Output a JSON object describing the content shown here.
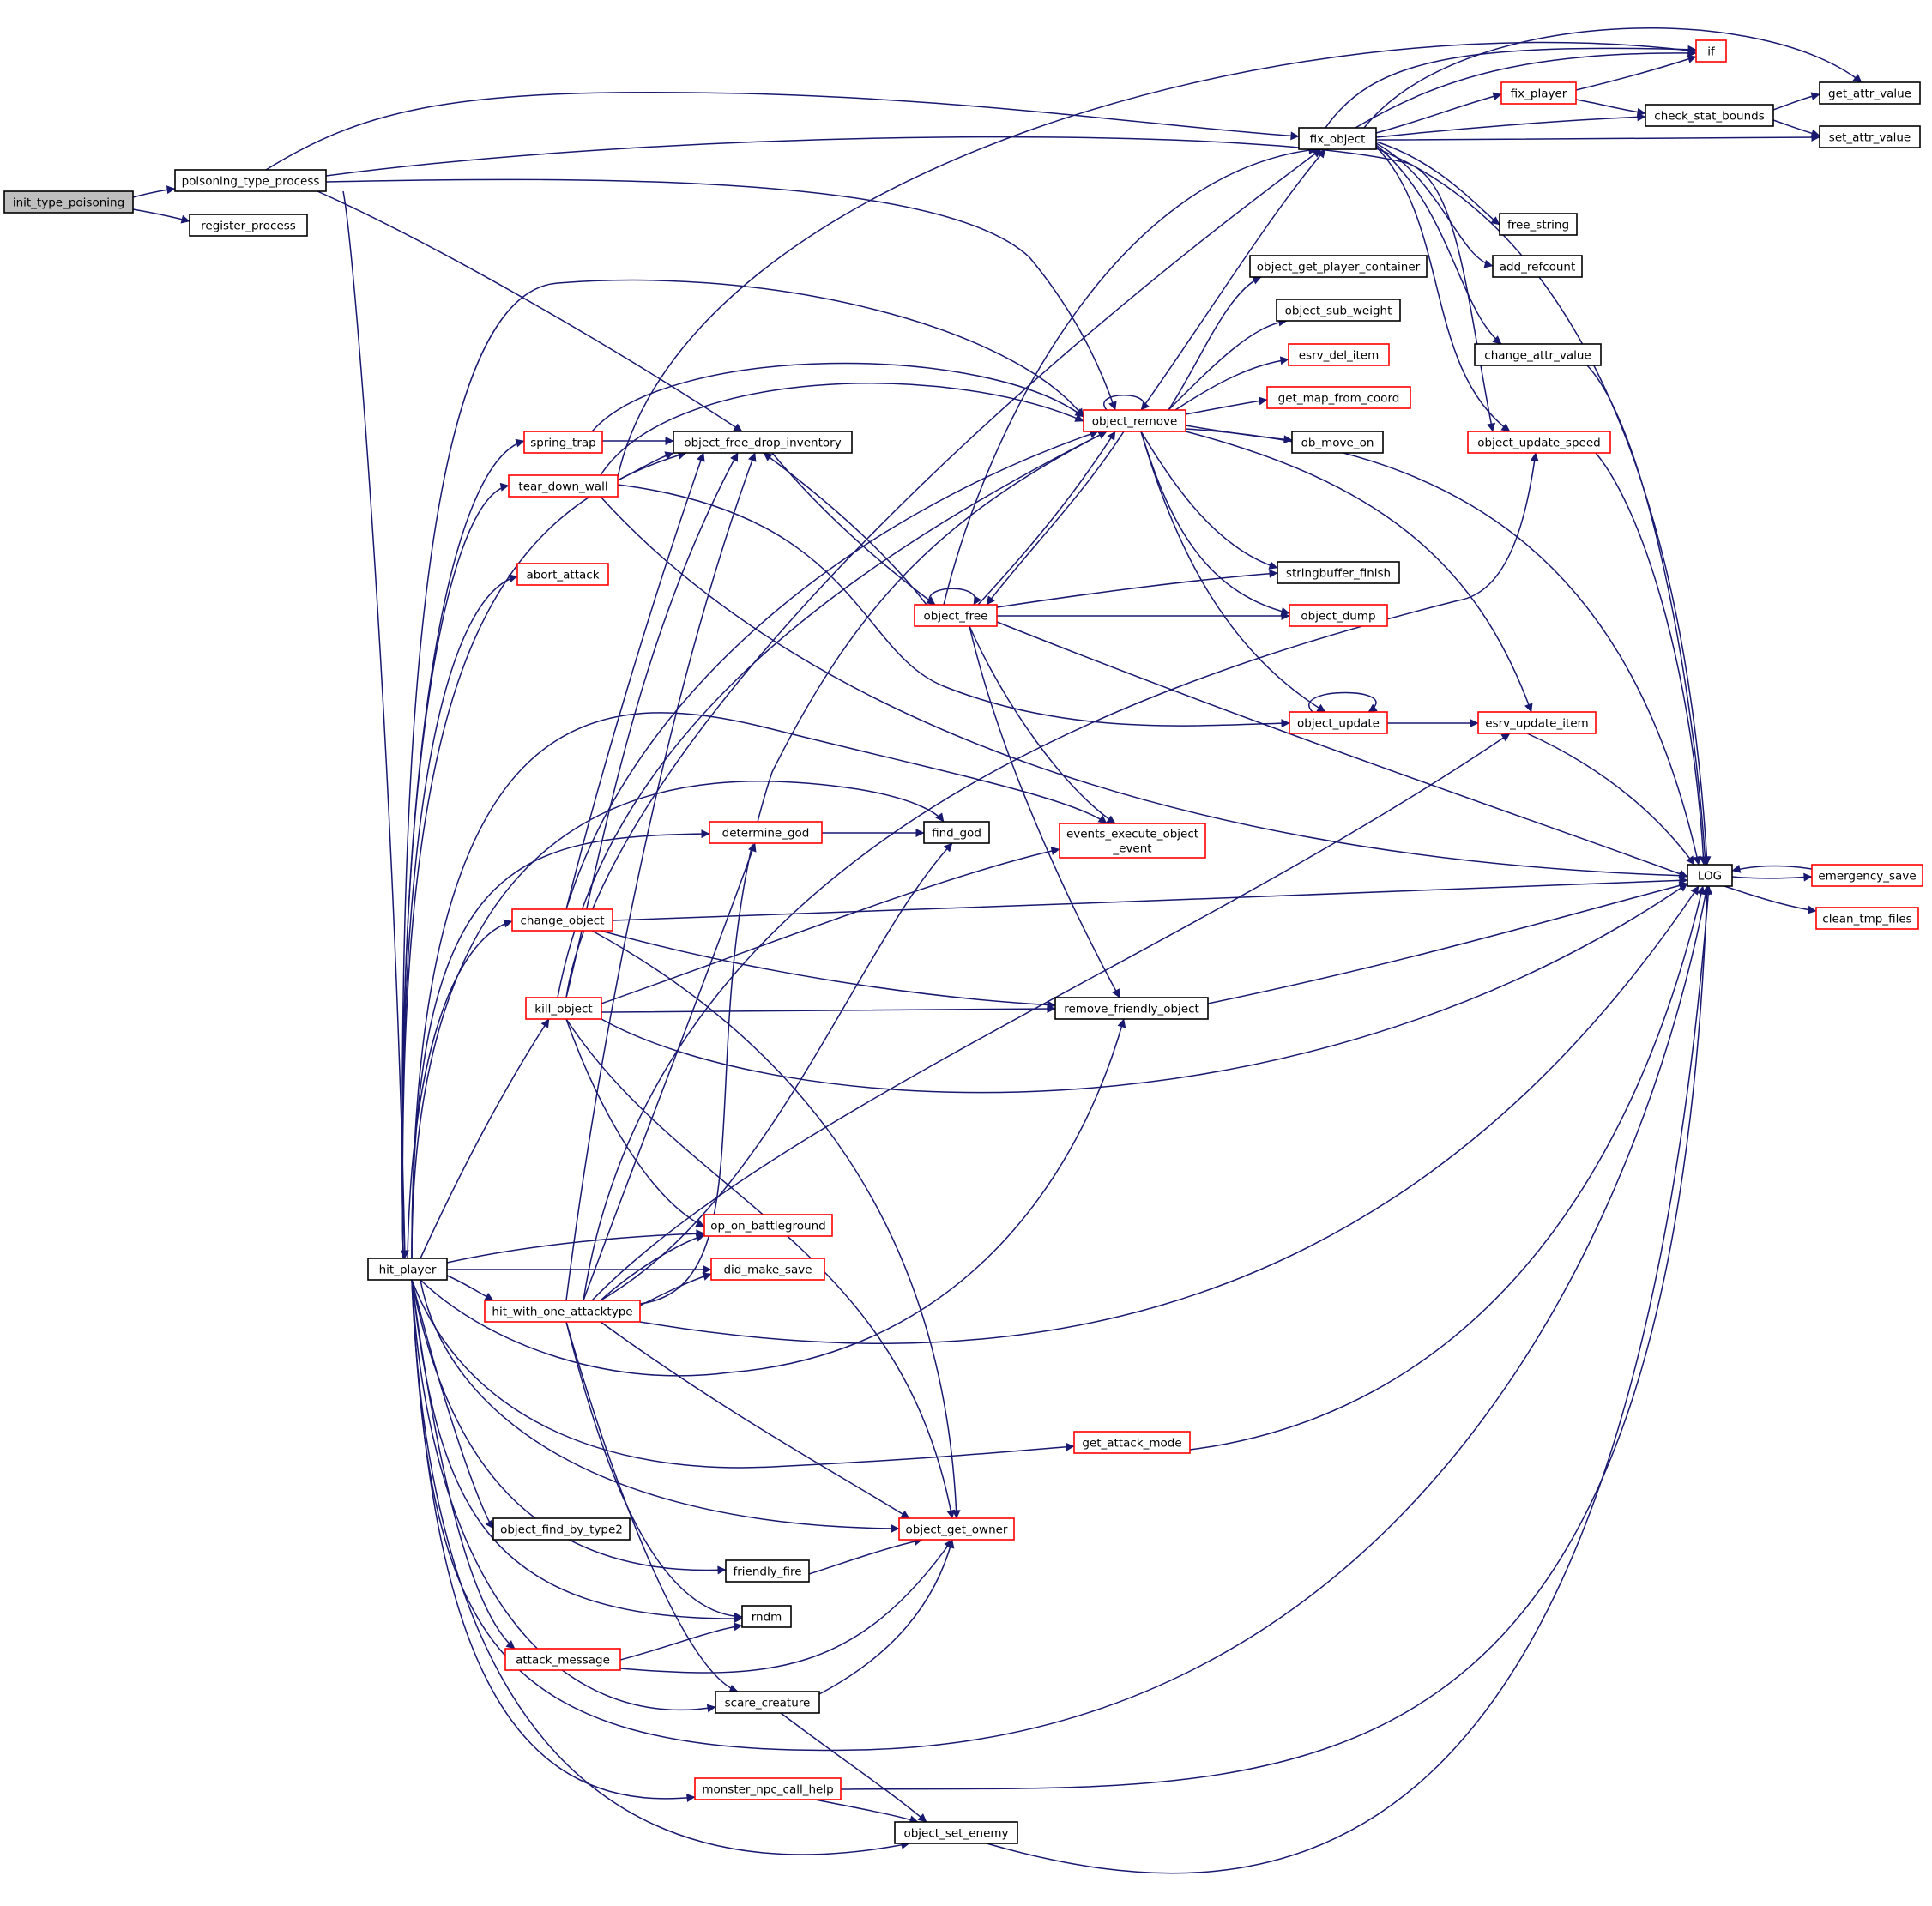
{
  "colors": {
    "edge": "#191970",
    "border_black": "#000000",
    "border_red": "#ff0000",
    "root_fill": "#bfbfbf",
    "fill": "#ffffff"
  },
  "nodes": {
    "init_type_poisoning": {
      "label": "init_type_poisoning",
      "color": "black",
      "root": true
    },
    "poisoning_type_process": {
      "label": "poisoning_type_process",
      "color": "black"
    },
    "register_process": {
      "label": "register_process",
      "color": "black"
    },
    "hit_player": {
      "label": "hit_player",
      "color": "black"
    },
    "fix_object": {
      "label": "fix_object",
      "color": "black"
    },
    "if": {
      "label": "if",
      "color": "red"
    },
    "fix_player": {
      "label": "fix_player",
      "color": "red"
    },
    "check_stat_bounds": {
      "label": "check_stat_bounds",
      "color": "black"
    },
    "get_attr_value": {
      "label": "get_attr_value",
      "color": "black"
    },
    "set_attr_value": {
      "label": "set_attr_value",
      "color": "black"
    },
    "free_string": {
      "label": "free_string",
      "color": "black"
    },
    "add_refcount": {
      "label": "add_refcount",
      "color": "black"
    },
    "change_attr_value": {
      "label": "change_attr_value",
      "color": "black"
    },
    "object_update_speed": {
      "label": "object_update_speed",
      "color": "red"
    },
    "object_get_player_container": {
      "label": "object_get_player_container",
      "color": "black"
    },
    "object_sub_weight": {
      "label": "object_sub_weight",
      "color": "black"
    },
    "esrv_del_item": {
      "label": "esrv_del_item",
      "color": "red"
    },
    "get_map_from_coord": {
      "label": "get_map_from_coord",
      "color": "red"
    },
    "object_remove": {
      "label": "object_remove",
      "color": "red"
    },
    "ob_move_on": {
      "label": "ob_move_on",
      "color": "black"
    },
    "stringbuffer_finish": {
      "label": "stringbuffer_finish",
      "color": "black"
    },
    "object_dump": {
      "label": "object_dump",
      "color": "red"
    },
    "object_free": {
      "label": "object_free",
      "color": "red"
    },
    "object_update": {
      "label": "object_update",
      "color": "red"
    },
    "esrv_update_item": {
      "label": "esrv_update_item",
      "color": "red"
    },
    "object_free_drop_inventory": {
      "label": "object_free_drop_inventory",
      "color": "black"
    },
    "spring_trap": {
      "label": "spring_trap",
      "color": "red"
    },
    "tear_down_wall": {
      "label": "tear_down_wall",
      "color": "red"
    },
    "abort_attack": {
      "label": "abort_attack",
      "color": "red"
    },
    "determine_god": {
      "label": "determine_god",
      "color": "red"
    },
    "find_god": {
      "label": "find_god",
      "color": "black"
    },
    "events_execute_object_event": {
      "label1": "events_execute_object",
      "label2": "_event",
      "color": "red"
    },
    "LOG": {
      "label": "LOG",
      "color": "black"
    },
    "emergency_save": {
      "label": "emergency_save",
      "color": "red"
    },
    "clean_tmp_files": {
      "label": "clean_tmp_files",
      "color": "red"
    },
    "change_object": {
      "label": "change_object",
      "color": "red"
    },
    "kill_object": {
      "label": "kill_object",
      "color": "red"
    },
    "remove_friendly_object": {
      "label": "remove_friendly_object",
      "color": "black"
    },
    "op_on_battleground": {
      "label": "op_on_battleground",
      "color": "red"
    },
    "did_make_save": {
      "label": "did_make_save",
      "color": "red"
    },
    "hit_with_one_attacktype": {
      "label": "hit_with_one_attacktype",
      "color": "red"
    },
    "get_attack_mode": {
      "label": "get_attack_mode",
      "color": "red"
    },
    "object_find_by_type2": {
      "label": "object_find_by_type2",
      "color": "black"
    },
    "object_get_owner": {
      "label": "object_get_owner",
      "color": "red"
    },
    "friendly_fire": {
      "label": "friendly_fire",
      "color": "black"
    },
    "rndm": {
      "label": "rndm",
      "color": "black"
    },
    "attack_message": {
      "label": "attack_message",
      "color": "red"
    },
    "scare_creature": {
      "label": "scare_creature",
      "color": "black"
    },
    "monster_npc_call_help": {
      "label": "monster_npc_call_help",
      "color": "red"
    },
    "object_set_enemy": {
      "label": "object_set_enemy",
      "color": "black"
    }
  }
}
